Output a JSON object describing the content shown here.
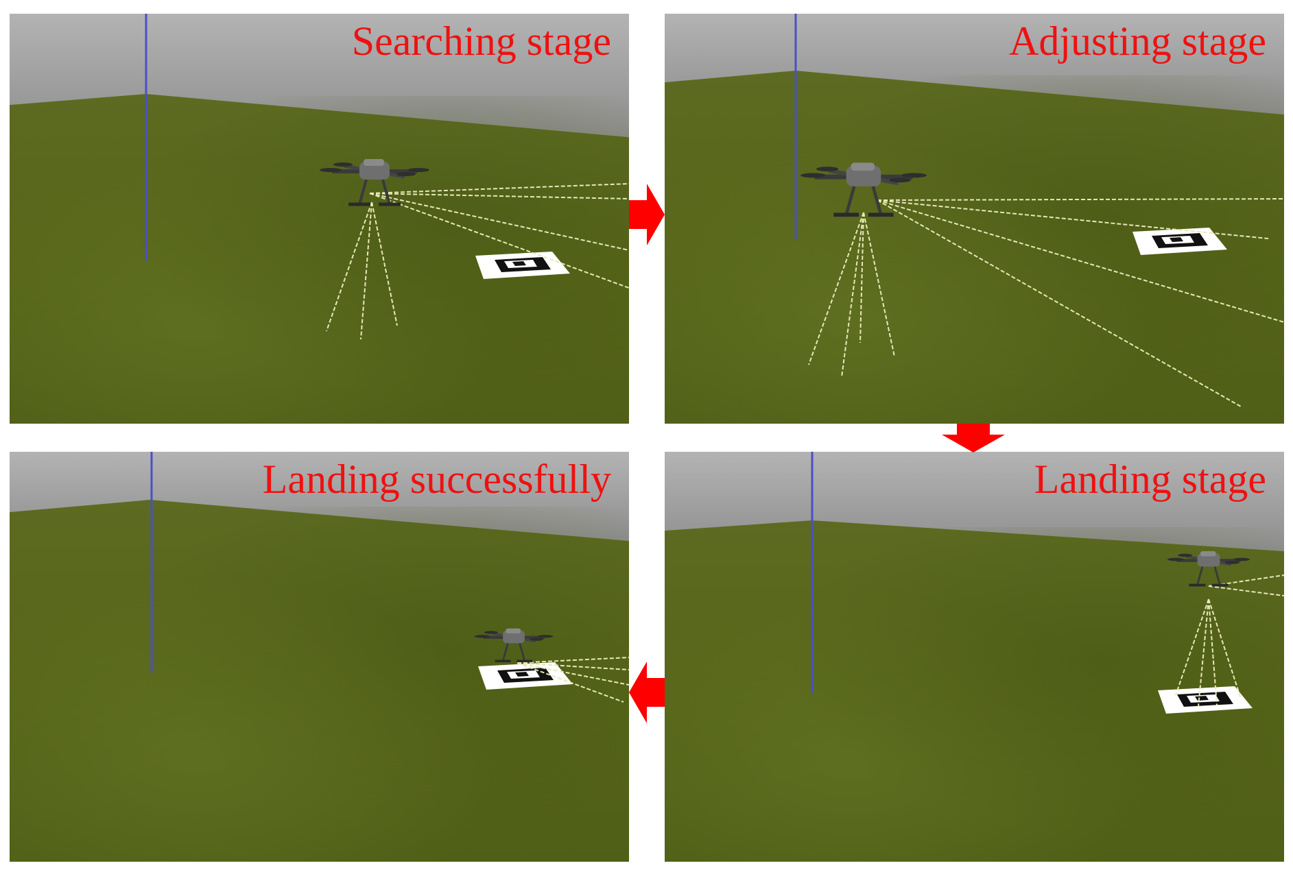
{
  "panels": [
    {
      "id": "searching",
      "label": "Searching stage"
    },
    {
      "id": "adjusting",
      "label": "Adjusting stage"
    },
    {
      "id": "landing",
      "label": "Landing stage"
    },
    {
      "id": "landed",
      "label": "Landing successfully"
    }
  ],
  "arrows": [
    {
      "from": "searching",
      "to": "adjusting",
      "direction": "right"
    },
    {
      "from": "adjusting",
      "to": "landing",
      "direction": "down"
    },
    {
      "from": "landing",
      "to": "landed",
      "direction": "left"
    }
  ],
  "colors": {
    "label": "#ee1111",
    "arrow": "#ff0000",
    "ground": "#5b6a1f",
    "wall": "#9b9b9b",
    "sky": "#c9c9c9",
    "axis_line": "#4a50c8",
    "sensor_rays": "#e8e8b8"
  },
  "icons": [
    "quadrotor-drone-icon",
    "landing-marker-icon"
  ]
}
